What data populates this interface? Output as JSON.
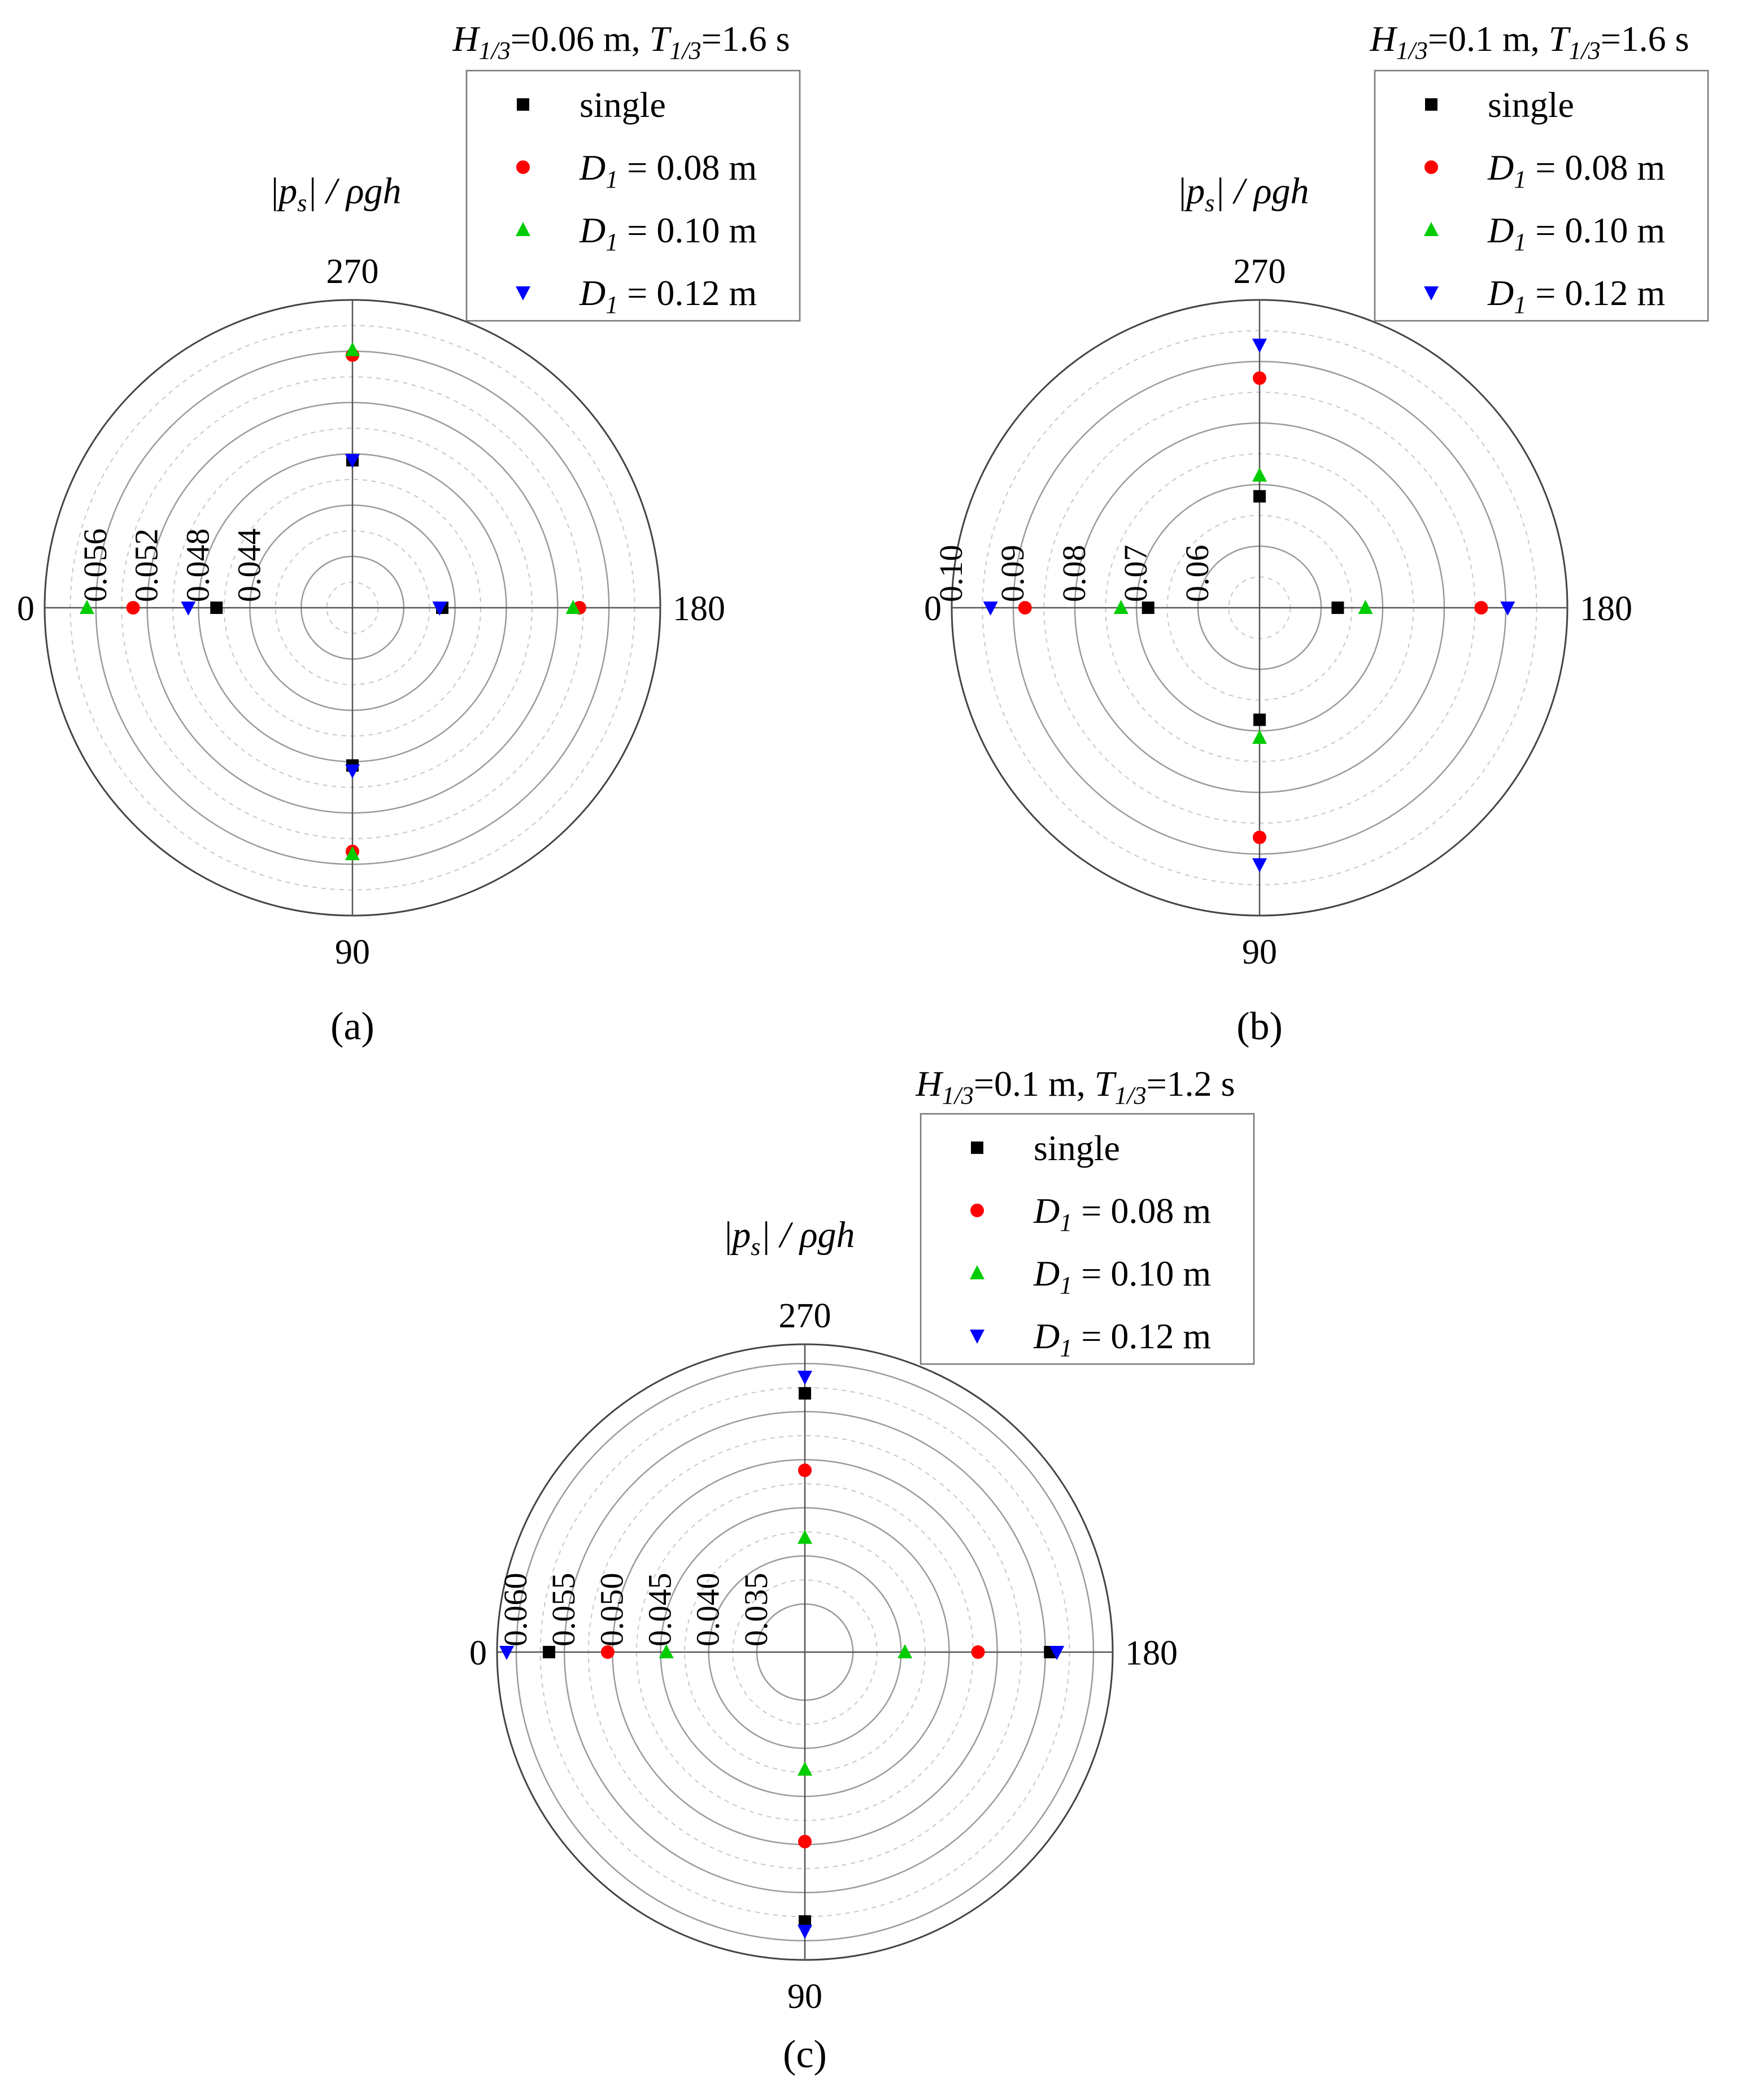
{
  "chart_data": [
    {
      "type": "scatter",
      "panel_label": "(a)",
      "title": {
        "h": "H",
        "h_sub": "1/3",
        "h_val": "=0.06 m, ",
        "t": "T",
        "t_sub": "1/3",
        "t_val": "=1.6 s"
      },
      "axis_label": {
        "p": "p",
        "p_sub": "s",
        "divisor": "| / ρgh"
      },
      "angle_labels": {
        "a0": "0",
        "a90": "90",
        "a180": "180",
        "a270": "270"
      },
      "radial_ticks": [
        "0.044",
        "0.048",
        "0.052",
        "0.056"
      ],
      "radial_range": [
        0.036,
        0.06
      ],
      "radial_rings": [
        0.04,
        0.044,
        0.048,
        0.052,
        0.056,
        0.06
      ],
      "legend": [
        "single",
        "D1 = 0.08 m",
        "D1 = 0.10 m",
        "D1 = 0.12 m"
      ],
      "legend_display": {
        "single": "single",
        "d_sym": "D",
        "d_sub": "1",
        "d008": " = 0.08 m",
        "d010": " = 0.10 m",
        "d012": " = 0.12 m"
      },
      "legend_position": "top-right",
      "series": [
        {
          "name": "single",
          "marker": "square",
          "color": "#000000",
          "points": [
            [
              0,
              0.0466
            ],
            [
              90,
              0.0483
            ],
            [
              180,
              0.043
            ],
            [
              270,
              0.0475
            ]
          ]
        },
        {
          "name": "D1 = 0.08 m",
          "marker": "circle",
          "color": "#ff0000",
          "points": [
            [
              0,
              0.0531
            ],
            [
              90,
              0.055
            ],
            [
              180,
              0.0537
            ],
            [
              270,
              0.0557
            ]
          ]
        },
        {
          "name": "D1 = 0.10 m",
          "marker": "triangle-up",
          "color": "#00cc00",
          "points": [
            [
              0,
              0.0567
            ],
            [
              90,
              0.0552
            ],
            [
              180,
              0.0532
            ],
            [
              270,
              0.0561
            ]
          ]
        },
        {
          "name": "D1 = 0.12 m",
          "marker": "triangle-down",
          "color": "#0000ff",
          "points": [
            [
              0,
              0.0488
            ],
            [
              90,
              0.0487
            ],
            [
              180,
              0.0428
            ],
            [
              270,
              0.0475
            ]
          ]
        }
      ]
    },
    {
      "type": "scatter",
      "panel_label": "(b)",
      "title": {
        "h": "H",
        "h_sub": "1/3",
        "h_val": "=0.1 m, ",
        "t": "T",
        "t_sub": "1/3",
        "t_val": "=1.6 s"
      },
      "axis_label": {
        "p": "p",
        "p_sub": "s",
        "divisor": "| / ρgh"
      },
      "angle_labels": {
        "a0": "0",
        "a90": "90",
        "a180": "180",
        "a270": "270"
      },
      "radial_ticks": [
        "0.06",
        "0.07",
        "0.08",
        "0.09",
        "0.10"
      ],
      "radial_range": [
        0.05,
        0.1
      ],
      "radial_rings": [
        0.06,
        0.07,
        0.08,
        0.09,
        0.1
      ],
      "legend": [
        "single",
        "D1 = 0.08 m",
        "D1 = 0.10 m",
        "D1 = 0.12 m"
      ],
      "legend_display": {
        "single": "single",
        "d_sym": "D",
        "d_sub": "1",
        "d008": " = 0.08 m",
        "d010": " = 0.10 m",
        "d012": " = 0.12 m"
      },
      "legend_position": "top-right",
      "series": [
        {
          "name": "single",
          "marker": "square",
          "color": "#000000",
          "points": [
            [
              0,
              0.0681
            ],
            [
              90,
              0.0682
            ],
            [
              180,
              0.0627
            ],
            [
              270,
              0.0681
            ]
          ]
        },
        {
          "name": "D1 = 0.08 m",
          "marker": "circle",
          "color": "#ff0000",
          "points": [
            [
              0,
              0.0881
            ],
            [
              90,
              0.0873
            ],
            [
              180,
              0.086
            ],
            [
              270,
              0.0873
            ]
          ]
        },
        {
          "name": "D1 = 0.10 m",
          "marker": "triangle-up",
          "color": "#00cc00",
          "points": [
            [
              0,
              0.0725
            ],
            [
              90,
              0.0711
            ],
            [
              180,
              0.0672
            ],
            [
              270,
              0.0715
            ]
          ]
        },
        {
          "name": "D1 = 0.12 m",
          "marker": "triangle-down",
          "color": "#0000ff",
          "points": [
            [
              0,
              0.0937
            ],
            [
              90,
              0.0917
            ],
            [
              180,
              0.0903
            ],
            [
              270,
              0.0927
            ]
          ]
        }
      ]
    },
    {
      "type": "scatter",
      "panel_label": "(c)",
      "title": {
        "h": "H",
        "h_sub": "1/3",
        "h_val": "=0.1 m, ",
        "t": "T",
        "t_sub": "1/3",
        "t_val": "=1.2 s"
      },
      "axis_label": {
        "p": "p",
        "p_sub": "s",
        "divisor": "| / ρgh"
      },
      "angle_labels": {
        "a0": "0",
        "a90": "90",
        "a180": "180",
        "a270": "270"
      },
      "radial_ticks": [
        "0.035",
        "0.040",
        "0.045",
        "0.050",
        "0.055",
        "0.060"
      ],
      "radial_range": [
        0.03,
        0.062
      ],
      "radial_rings": [
        0.035,
        0.04,
        0.045,
        0.05,
        0.055,
        0.06
      ],
      "legend": [
        "single",
        "D1 = 0.08 m",
        "D1 = 0.10 m",
        "D1 = 0.12 m"
      ],
      "legend_display": {
        "single": "single",
        "d_sym": "D",
        "d_sub": "1",
        "d008": " = 0.08 m",
        "d010": " = 0.10 m",
        "d012": " = 0.12 m"
      },
      "legend_position": "top-right",
      "series": [
        {
          "name": "single",
          "marker": "square",
          "color": "#000000",
          "points": [
            [
              0,
              0.0566
            ],
            [
              90,
              0.058
            ],
            [
              180,
              0.0555
            ],
            [
              270,
              0.0569
            ]
          ]
        },
        {
          "name": "D1 = 0.08 m",
          "marker": "circle",
          "color": "#ff0000",
          "points": [
            [
              0,
              0.0505
            ],
            [
              90,
              0.0497
            ],
            [
              180,
              0.048
            ],
            [
              270,
              0.0489
            ]
          ]
        },
        {
          "name": "D1 = 0.10 m",
          "marker": "triangle-up",
          "color": "#00cc00",
          "points": [
            [
              0,
              0.0444
            ],
            [
              90,
              0.0422
            ],
            [
              180,
              0.0404
            ],
            [
              270,
              0.0419
            ]
          ]
        },
        {
          "name": "D1 = 0.12 m",
          "marker": "triangle-down",
          "color": "#0000ff",
          "points": [
            [
              0,
              0.061
            ],
            [
              90,
              0.059
            ],
            [
              180,
              0.0562
            ],
            [
              270,
              0.0586
            ]
          ]
        }
      ]
    }
  ]
}
